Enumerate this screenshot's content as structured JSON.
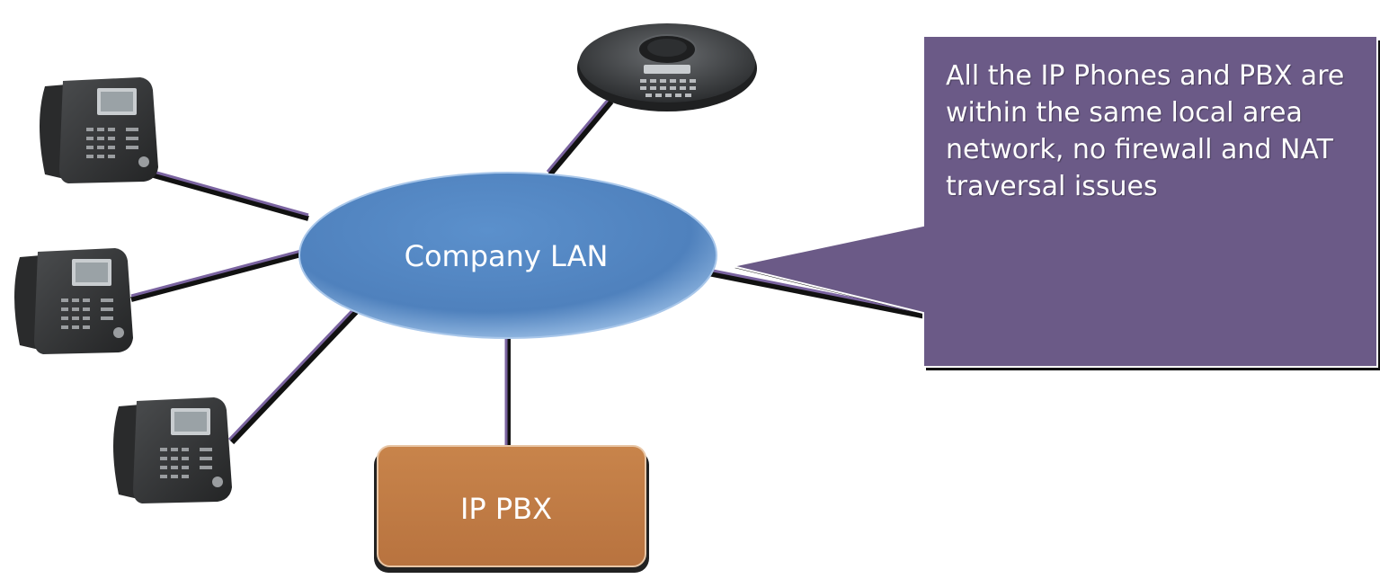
{
  "lan": {
    "label": "Company LAN"
  },
  "pbx": {
    "label": "IP PBX"
  },
  "callout": {
    "text": "All the IP Phones and PBX are within the same local area network, no firewall and NAT traversal issues"
  },
  "devices": [
    {
      "name": "ip-phone-icon"
    },
    {
      "name": "ip-phone-icon"
    },
    {
      "name": "ip-phone-icon"
    },
    {
      "name": "conference-phone-icon"
    }
  ],
  "colors": {
    "lan_fill": "#5083c0",
    "pbx_fill": "#c17b45",
    "callout_fill": "#6b5a87",
    "link": "#7a63a0"
  }
}
